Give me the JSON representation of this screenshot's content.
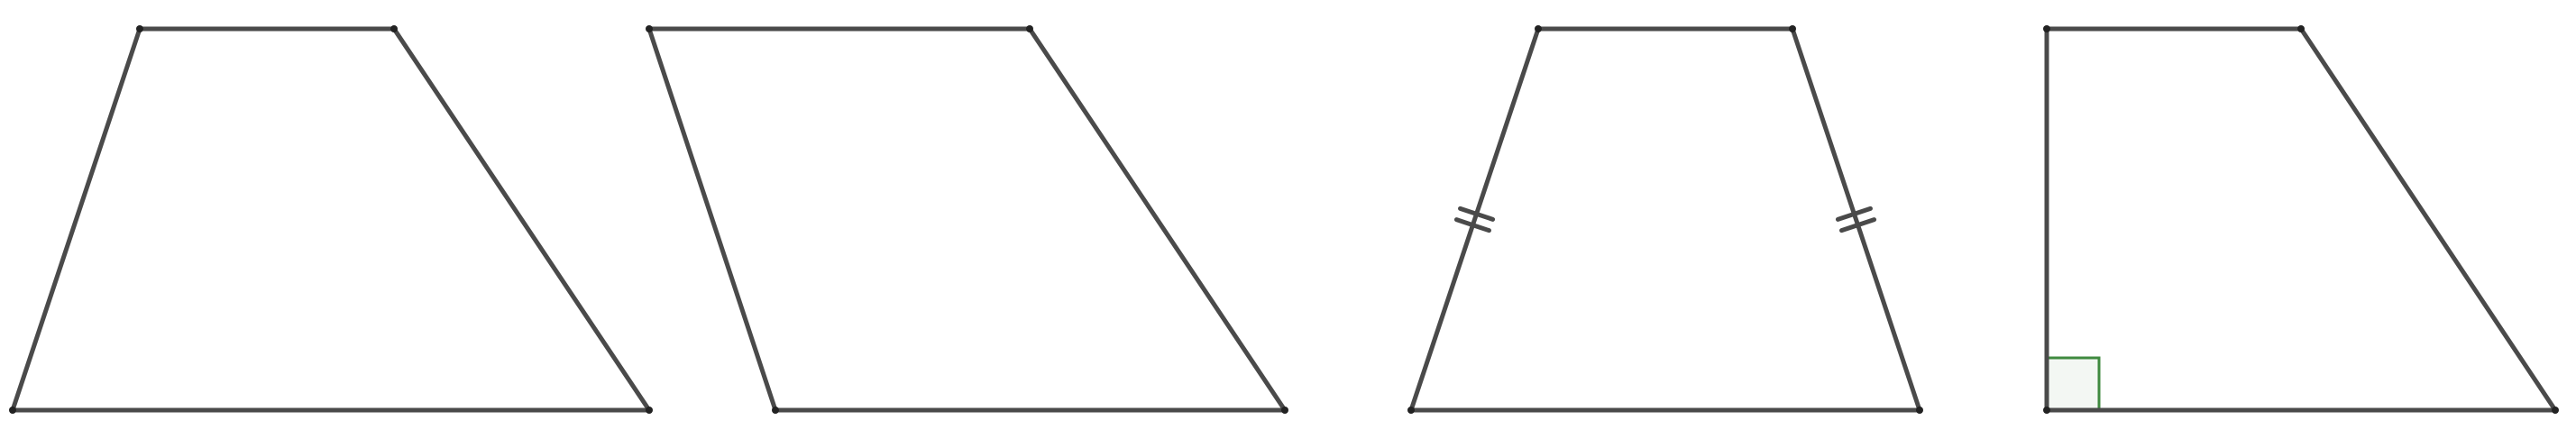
{
  "colors": {
    "background": "#ffffff",
    "stroke": "#4a4a4a",
    "vertex": "#222222",
    "right_angle_stroke": "#3f8a3f",
    "right_angle_fill": "#f3f7f3"
  },
  "figures": [
    {
      "name": "trapezoid-general"
    },
    {
      "name": "trapezoid-obtuse"
    },
    {
      "name": "trapezoid-isosceles",
      "equal_leg_marks": 2
    },
    {
      "name": "trapezoid-right",
      "right_angle": true
    }
  ]
}
